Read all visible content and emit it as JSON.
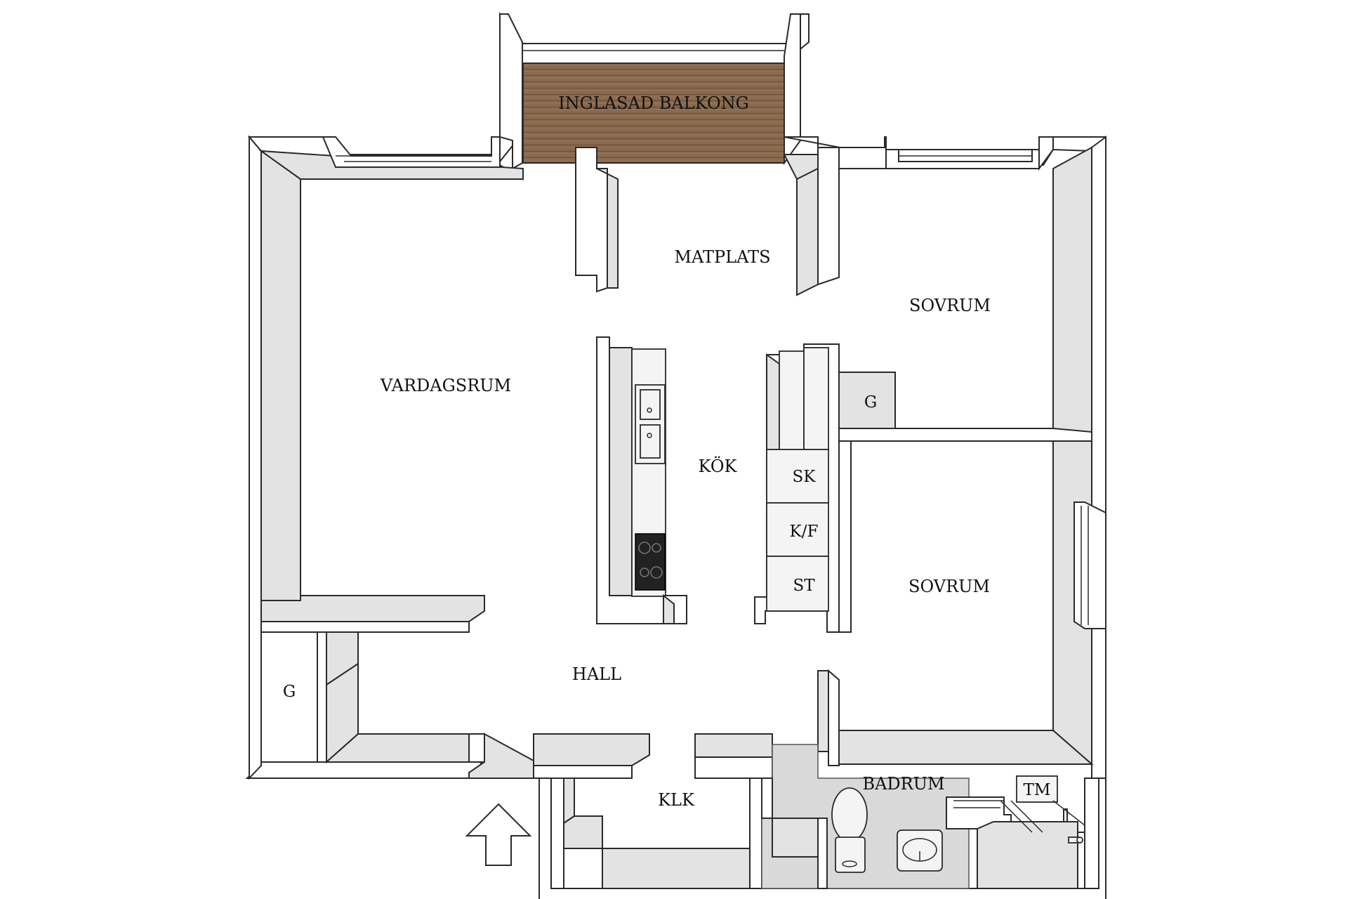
{
  "rooms": {
    "balcony": "INGLASAD BALKONG",
    "dining": "MATPLATS",
    "living": "VARDAGSRUM",
    "bedroom_top": "SOVRUM",
    "bedroom_bottom": "SOVRUM",
    "kitchen": "KÖK",
    "hall": "HALL",
    "closet": "KLK",
    "bathroom": "BADRUM"
  },
  "storage": {
    "wardrobe_bedroom": "G",
    "wardrobe_hall": "G",
    "cabinet_sk": "SK",
    "fridge_freezer": "K/F",
    "cabinet_st": "ST",
    "washer": "TM"
  },
  "icons": {
    "entrance": "entrance-arrow-icon"
  },
  "colors": {
    "balcony_deck": "#8a6a4f",
    "wall_face": "#e3e3e3",
    "bathroom_floor": "#d9d9d9"
  }
}
